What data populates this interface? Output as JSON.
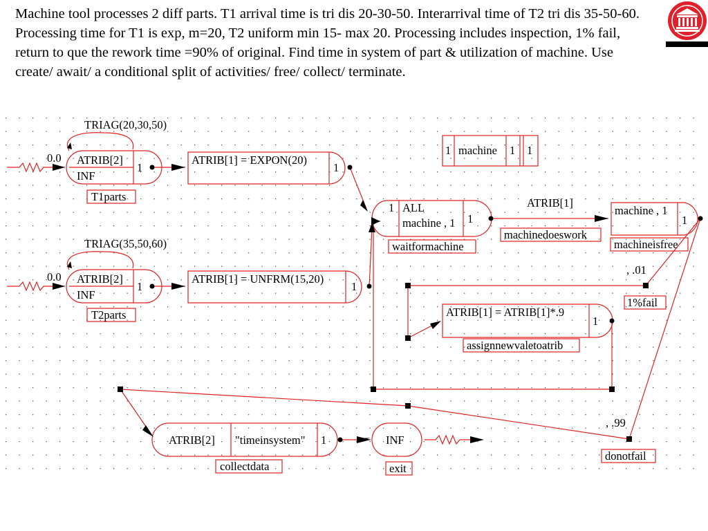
{
  "problem_text": "Machine tool processes 2 diff parts. T1 arrival time is tri dis 20-30-50. Interarrival time of T2 tri dis 35-50-60. Processing time for T1 is exp, m=20, T2 uniform min 15- max 20. Processing includes inspection, 1% fail, return to que the rework  time =90% of original. Find time in system of part & utilization of machine. Use create/ await/ a conditional split of activities/ free/ collect/ terminate.",
  "network": {
    "t1": {
      "create_dist": "TRIAG(20,30,50)",
      "first_time": "0.0",
      "mark": "ATRIB[2]",
      "max_entities": "INF",
      "branch_count": "1",
      "label": "T1parts",
      "assign_expr": "ATRIB[1] = EXPON(20)",
      "assign_count": "1"
    },
    "t2": {
      "create_dist": "TRIAG(35,50,60)",
      "first_time": "0.0",
      "mark": "ATRIB[2]",
      "max_entities": "INF",
      "branch_count": "1",
      "label": "T2parts",
      "assign_expr": "ATRIB[1] = UNFRM(15,20)",
      "assign_count": "1"
    },
    "resource": {
      "number": "1",
      "name": "machine",
      "capacity": "1",
      "file": "1"
    },
    "await": {
      "file": "1",
      "all": "ALL",
      "resource": "machine , 1",
      "branch_count": "1",
      "label": "waitformachine"
    },
    "activity": {
      "duration": "ATRIB[1]",
      "label": "machinedoeswork"
    },
    "free": {
      "resource": "machine , 1",
      "branch_count": "1",
      "label": "machineisfree"
    },
    "fail_branch": {
      "prob": ", .01",
      "label": "1%fail"
    },
    "rework": {
      "expr": "ATRIB[1] = ATRIB[1]*.9",
      "count": "1",
      "label": "assignnewvaletoatrib"
    },
    "pass_branch": {
      "prob": ", .99",
      "label": "donotfail"
    },
    "collect": {
      "attribute": "ATRIB[2]",
      "title": "\"timeinsystem\"",
      "count": "1",
      "label": "collectdata"
    },
    "terminate": {
      "limit": "INF",
      "label": "exit"
    }
  },
  "colors": {
    "node_border": "#e02020",
    "arrow": "#000000",
    "grid_dot": "#555555",
    "logo_red": "#e0202a"
  },
  "icons": {
    "logo": "institution-building-icon"
  }
}
